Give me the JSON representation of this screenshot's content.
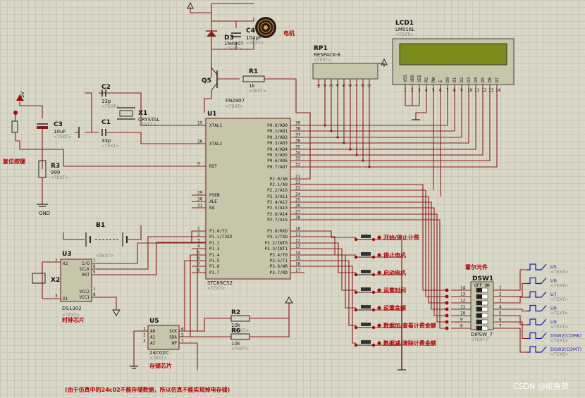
{
  "components": {
    "u1": {
      "ref": "U1",
      "part": "STC89C52",
      "left_pins": [
        {
          "num": "19",
          "name": "XTAL1"
        },
        {
          "num": "18",
          "name": "XTAL2"
        },
        {
          "num": "9",
          "name": "RST"
        },
        {
          "num": "29",
          "name": "PSEN"
        },
        {
          "num": "30",
          "name": "ALE"
        },
        {
          "num": "31",
          "name": "EA"
        },
        {
          "num": "1",
          "name": "P1.0/T2"
        },
        {
          "num": "2",
          "name": "P1.1/T2EX"
        },
        {
          "num": "3",
          "name": "P1.2"
        },
        {
          "num": "4",
          "name": "P1.3"
        },
        {
          "num": "5",
          "name": "P1.4"
        },
        {
          "num": "6",
          "name": "P1.5"
        },
        {
          "num": "7",
          "name": "P1.6"
        },
        {
          "num": "8",
          "name": "P1.7"
        }
      ],
      "right_pins": [
        {
          "num": "39",
          "name": "P0.0/AD0"
        },
        {
          "num": "38",
          "name": "P0.1/AD1"
        },
        {
          "num": "37",
          "name": "P0.2/AD2"
        },
        {
          "num": "36",
          "name": "P0.3/AD3"
        },
        {
          "num": "35",
          "name": "P0.4/AD4"
        },
        {
          "num": "34",
          "name": "P0.5/AD5"
        },
        {
          "num": "33",
          "name": "P0.6/AD6"
        },
        {
          "num": "32",
          "name": "P0.7/AD7"
        },
        {
          "num": "21",
          "name": "P2.0/A8"
        },
        {
          "num": "22",
          "name": "P2.1/A9"
        },
        {
          "num": "23",
          "name": "P2.2/A10"
        },
        {
          "num": "24",
          "name": "P2.3/A11"
        },
        {
          "num": "25",
          "name": "P2.4/A12"
        },
        {
          "num": "26",
          "name": "P2.5/A13"
        },
        {
          "num": "27",
          "name": "P2.6/A14"
        },
        {
          "num": "28",
          "name": "P2.7/A15"
        },
        {
          "num": "10",
          "name": "P3.0/RXD"
        },
        {
          "num": "11",
          "name": "P3.1/TXD"
        },
        {
          "num": "12",
          "name": "P3.2/INT0"
        },
        {
          "num": "13",
          "name": "P3.3/INT1"
        },
        {
          "num": "14",
          "name": "P3.4/T0"
        },
        {
          "num": "15",
          "name": "P3.5/T1"
        },
        {
          "num": "16",
          "name": "P3.6/WR"
        },
        {
          "num": "17",
          "name": "P3.7/RD"
        }
      ]
    },
    "lcd": {
      "ref": "LCD1",
      "part": "LM016L",
      "pins": [
        "VSS",
        "VDD",
        "VEE",
        "RS",
        "RW",
        "E",
        "D0",
        "D1",
        "D2",
        "D3",
        "D4",
        "D5",
        "D6",
        "D7"
      ],
      "pin_nums": [
        "1",
        "2",
        "3",
        "4",
        "5",
        "6",
        "7",
        "8",
        "9",
        "10",
        "11",
        "12",
        "13",
        "14"
      ]
    },
    "rp1": {
      "ref": "RP1",
      "part": "RESPACK-8",
      "pins": [
        "1",
        "2",
        "3",
        "4",
        "5",
        "6",
        "7",
        "8",
        "9"
      ]
    },
    "u3": {
      "ref": "U3",
      "part": "DS1302",
      "note": "时钟芯片",
      "pins_left": [
        {
          "num": "2",
          "name": "X2"
        },
        {
          "num": "3",
          "name": "X1"
        }
      ],
      "pins_right": [
        {
          "num": "7",
          "name": "I/O"
        },
        {
          "num": "6",
          "name": "SCLK"
        },
        {
          "num": "5",
          "name": "RST"
        },
        {
          "num": "1",
          "name": "VCC2"
        },
        {
          "num": "8",
          "name": "VCC1"
        }
      ]
    },
    "u5": {
      "ref": "U5",
      "part": "24C02C",
      "note": "存储芯片",
      "pins_left": [
        {
          "num": "1",
          "name": "A0"
        },
        {
          "num": "2",
          "name": "A1"
        },
        {
          "num": "3",
          "name": "A2"
        }
      ],
      "pins_right": [
        {
          "num": "6",
          "name": "SCK"
        },
        {
          "num": "5",
          "name": "SDA"
        },
        {
          "num": "7",
          "name": "WP"
        }
      ]
    },
    "dsw1": {
      "ref": "DSW1",
      "part": "DIPSW_7",
      "note": "霍尔元件",
      "left_nums": [
        "14",
        "13",
        "12",
        "11",
        "10",
        "9",
        "8"
      ],
      "right_nums": [
        "1",
        "2",
        "3",
        "4",
        "5",
        "6",
        "7"
      ],
      "header": "OFF  ON"
    },
    "q5": {
      "ref": "Q5",
      "part": "FN2907"
    },
    "d3": {
      "ref": "D3",
      "part": "1N4007"
    },
    "c4": {
      "ref": "C4",
      "value": "104pF"
    },
    "motor": {
      "label": "电机"
    },
    "r1": {
      "ref": "R1",
      "value": "1k"
    },
    "c1": {
      "ref": "C1",
      "value": "33p"
    },
    "c2": {
      "ref": "C2",
      "value": "33p"
    },
    "x1": {
      "ref": "X1",
      "part": "CRYSTAL"
    },
    "c3": {
      "ref": "C3",
      "value": "10uF"
    },
    "r3": {
      "ref": "R3",
      "value": "999"
    },
    "reset_btn": {
      "label": "复位按键"
    },
    "b1": {
      "ref": "B1"
    },
    "x2": {
      "ref": "X2"
    },
    "r2": {
      "ref": "R2",
      "value": "10k"
    },
    "r6": {
      "ref": "R6",
      "value": "10k"
    },
    "power": {
      "vcc": "+5V",
      "gnd": "GND"
    }
  },
  "buttons": [
    "开始/停止计费",
    "停止电机",
    "启动电机",
    "设置时间",
    "设置金额",
    "数据加/查看计费金额",
    "数据减/清除计费金额"
  ],
  "signals": [
    "U5",
    "U6",
    "U7",
    "U8",
    "U9",
    "DSW2(COM6)",
    "DSW2(COM7)"
  ],
  "placeholder": "<TEXT>",
  "footnote": "(由于仿真中的24c02不能存储数据，所以仿真不能实现掉电存储)",
  "watermark": "CSDN @咸鱼弟",
  "colors": {
    "wire": "#8a1a1a",
    "chip_fill": "#c6c6ab",
    "lcd_screen": "#7b8c1c",
    "label_red": "#b00000",
    "signal_blue": "#1a1ab0"
  }
}
